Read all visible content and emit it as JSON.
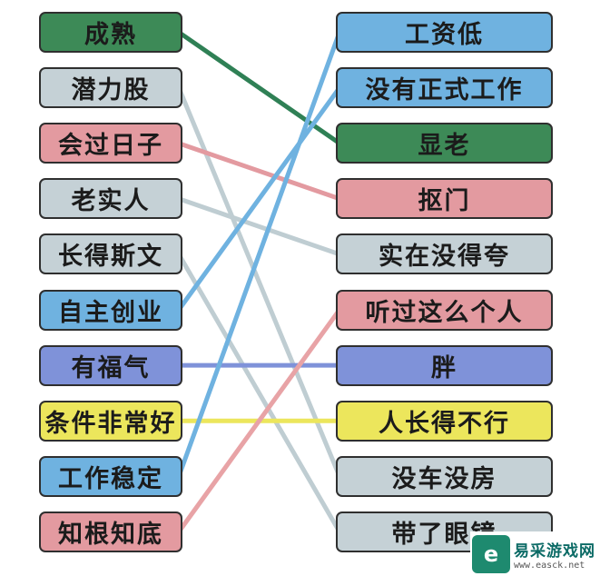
{
  "left_items": [
    {
      "label": "成熟",
      "color": "#3d8a57"
    },
    {
      "label": "潜力股",
      "color": "#c5d1d6"
    },
    {
      "label": "会过日子",
      "color": "#e39aa0"
    },
    {
      "label": "老实人",
      "color": "#c5d1d6"
    },
    {
      "label": "长得斯文",
      "color": "#c5d1d6"
    },
    {
      "label": "自主创业",
      "color": "#6fb2e0"
    },
    {
      "label": "有福气",
      "color": "#7f92d9"
    },
    {
      "label": "条件非常好",
      "color": "#ece65c"
    },
    {
      "label": "工作稳定",
      "color": "#6fb2e0"
    },
    {
      "label": "知根知底",
      "color": "#e39aa0"
    }
  ],
  "right_items": [
    {
      "label": "工资低",
      "color": "#6fb2e0"
    },
    {
      "label": "没有正式工作",
      "color": "#6fb2e0"
    },
    {
      "label": "显老",
      "color": "#3d8a57"
    },
    {
      "label": "抠门",
      "color": "#e39aa0"
    },
    {
      "label": "实在没得夸",
      "color": "#c5d1d6"
    },
    {
      "label": "听过这么个人",
      "color": "#e39aa0"
    },
    {
      "label": "胖",
      "color": "#7f92d9"
    },
    {
      "label": "人长得不行",
      "color": "#ece65c"
    },
    {
      "label": "没车没房",
      "color": "#c5d1d6"
    },
    {
      "label": "带了眼镜",
      "color": "#c5d1d6"
    }
  ],
  "connections": [
    {
      "from": 0,
      "to": 2,
      "color": "#2f8055"
    },
    {
      "from": 1,
      "to": 8,
      "color": "#bfcdd2"
    },
    {
      "from": 2,
      "to": 3,
      "color": "#e39aa0"
    },
    {
      "from": 3,
      "to": 4,
      "color": "#bfcdd2"
    },
    {
      "from": 4,
      "to": 9,
      "color": "#bfcdd2"
    },
    {
      "from": 5,
      "to": 1,
      "color": "#6fb2e0"
    },
    {
      "from": 6,
      "to": 6,
      "color": "#7f92d9"
    },
    {
      "from": 7,
      "to": 7,
      "color": "#ece65c"
    },
    {
      "from": 8,
      "to": 0,
      "color": "#6fb2e0"
    },
    {
      "from": 9,
      "to": 5,
      "color": "#e8a3a6"
    }
  ],
  "watermark": {
    "title": "易采游戏网",
    "url": "www.easck.net",
    "logo_letter": "e"
  }
}
